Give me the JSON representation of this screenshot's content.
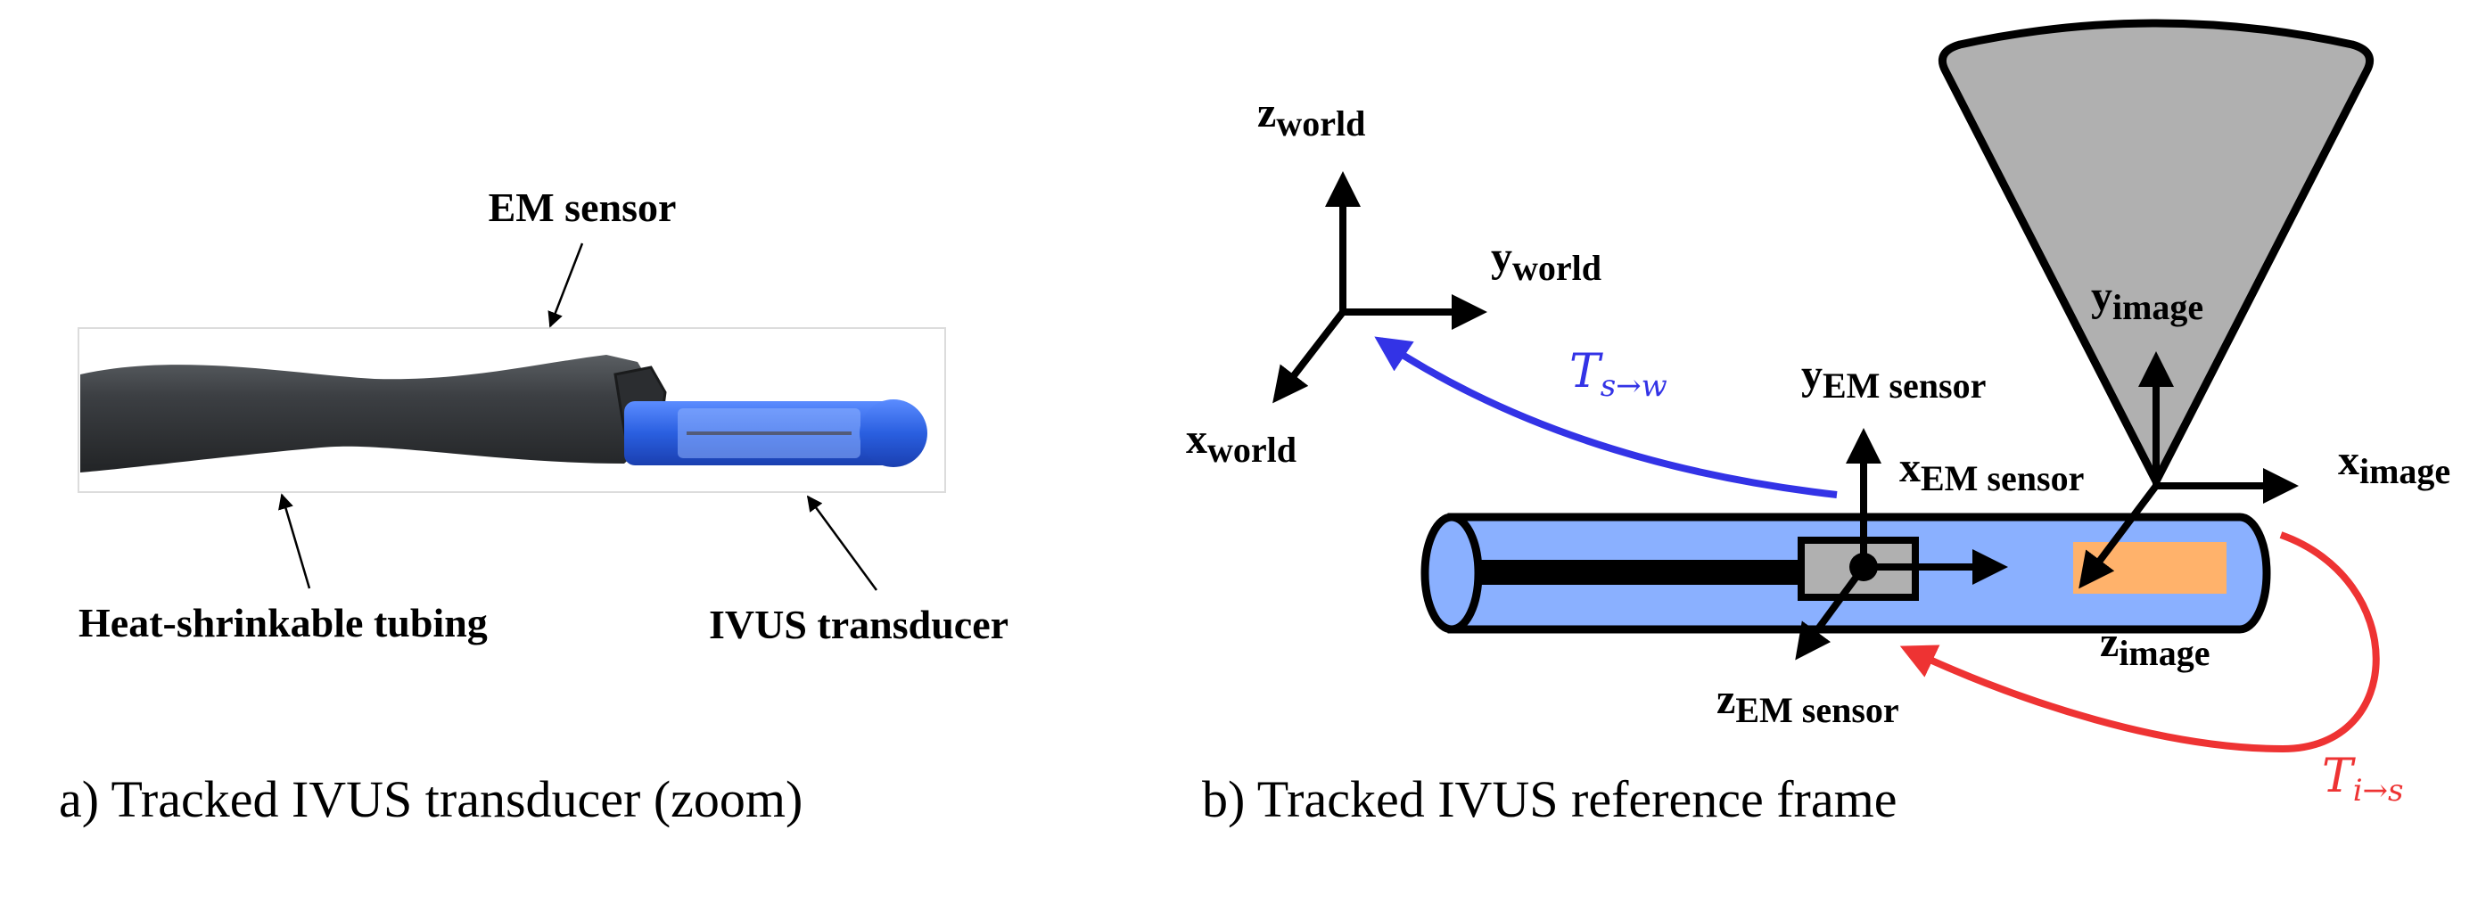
{
  "panel_a": {
    "caption": "a) Tracked IVUS transducer (zoom)",
    "labels": {
      "em_sensor": "EM sensor",
      "tubing": "Heat-shrinkable tubing",
      "ivus": "IVUS transducer"
    }
  },
  "panel_b": {
    "caption": "b) Tracked IVUS reference frame",
    "world": {
      "z": "z",
      "z_sub": "world",
      "y": "y",
      "y_sub": "world",
      "x": "x",
      "x_sub": "world"
    },
    "em": {
      "y": "y",
      "y_sub": "EM sensor",
      "x": "x",
      "x_sub": "EM sensor",
      "z": "z",
      "z_sub": "EM sensor"
    },
    "image": {
      "y": "y",
      "y_sub": "image",
      "x": "x",
      "x_sub": "image",
      "z": "z",
      "z_sub": "image"
    },
    "t_sw": {
      "main": "T",
      "sub": "s→w"
    },
    "t_is": {
      "main": "T",
      "sub": "i→s"
    }
  },
  "colors": {
    "catheter": "#8ab0ff",
    "t_sw": "#3333e6",
    "t_is": "#ee3333",
    "image_region": "#ffb26b",
    "cone": "#b0b0b0",
    "sensor_box": "#b0b0b0",
    "tubing": "#3a3d40",
    "transducer": "#2a5fe0"
  }
}
